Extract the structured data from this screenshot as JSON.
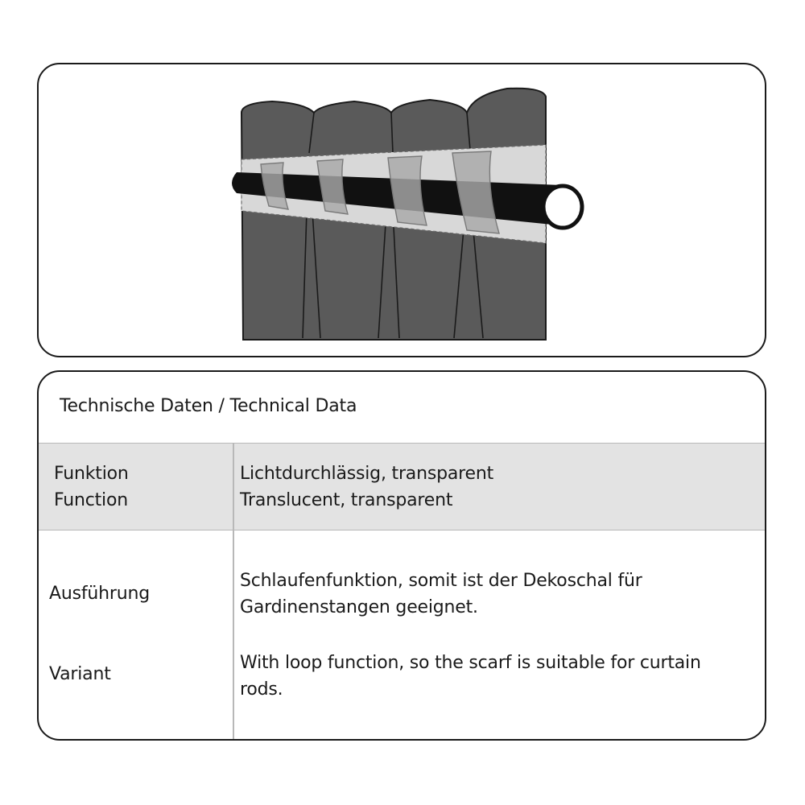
{
  "illustration": {
    "subject": "curtain-with-loops-on-rod",
    "colors": {
      "fabric": "#5a5a5a",
      "outline": "#1a1a1a",
      "band": "#d8d8d8",
      "loop": "#a0a0a0",
      "rod": "#111111"
    }
  },
  "technical_data": {
    "title": "Technische Daten / Technical Data",
    "rows": [
      {
        "label_de": "Funktion",
        "label_en": "Function",
        "value_de": "Lichtdurchlässig, transparent",
        "value_en": "Translucent, transparent"
      },
      {
        "label_de": "Ausführung",
        "label_en": "Variant",
        "value_de_line1": "Schlaufenfunktion, somit ist der Dekoschal für",
        "value_de_line2": "Gardinenstangen geeignet.",
        "value_en_line1": "With loop function, so the scarf is suitable for curtain",
        "value_en_line2": "rods."
      }
    ],
    "colors": {
      "header_row_bg": "#e3e3e3",
      "border": "#1a1a1a",
      "divider": "#b8b8b8"
    }
  }
}
